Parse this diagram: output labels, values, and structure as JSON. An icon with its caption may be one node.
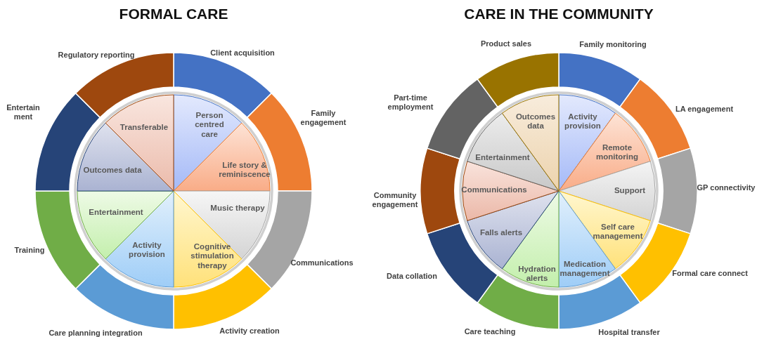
{
  "diagram": {
    "nodes": [
      {
        "text": [
          "Client acquisition"
        ]
      },
      {
        "text": [
          "Family engagement"
        ]
      },
      {
        "text": [
          "Communications"
        ]
      },
      {
        "text": [
          "Activity creation"
        ]
      },
      {
        "text": [
          "Care planning integration"
        ]
      },
      {
        "text": [
          "Training"
        ]
      },
      {
        "text": [
          "Entertain ment"
        ]
      },
      {
        "text": [
          "Regulatory reporting"
        ]
      },
      {
        "text": [
          "Person centred care"
        ]
      },
      {
        "text": [
          "Life story & reminiscence"
        ]
      },
      {
        "text": [
          "Music therapy"
        ]
      },
      {
        "text": [
          "Cognitive stimulation therapy"
        ]
      },
      {
        "text": [
          "Activity provision"
        ]
      },
      {
        "text": [
          "Entertainment"
        ]
      },
      {
        "text": [
          "Outcomes data"
        ]
      },
      {
        "text": [
          "Transferable"
        ]
      },
      {
        "text": [
          "Family monitoring"
        ]
      },
      {
        "text": [
          "LA engagement"
        ]
      },
      {
        "text": [
          "GP connectivity"
        ]
      },
      {
        "text": [
          "Formal care connect"
        ]
      },
      {
        "text": [
          "Hospital transfer"
        ]
      },
      {
        "text": [
          "Care teaching"
        ]
      },
      {
        "text": [
          "Data collation"
        ]
      },
      {
        "text": [
          "Community engagement"
        ]
      },
      {
        "text": [
          "Part-time employment"
        ]
      },
      {
        "text": [
          "Product sales"
        ]
      },
      {
        "text": [
          "Activity provision"
        ]
      },
      {
        "text": [
          "Remote monitoring"
        ]
      },
      {
        "text": [
          "Support"
        ]
      },
      {
        "text": [
          "Self care management"
        ]
      },
      {
        "text": [
          "Medication management"
        ]
      },
      {
        "text": [
          "Hydration alerts"
        ]
      },
      {
        "text": [
          "Falls alerts"
        ]
      },
      {
        "text": [
          "Communications"
        ]
      },
      {
        "text": [
          "Entertainment"
        ]
      },
      {
        "text": [
          "Outcomes data"
        ]
      }
    ],
    "labels": [
      "FORMAL CARE",
      "CARE IN THE COMMUNITY"
    ]
  }
}
